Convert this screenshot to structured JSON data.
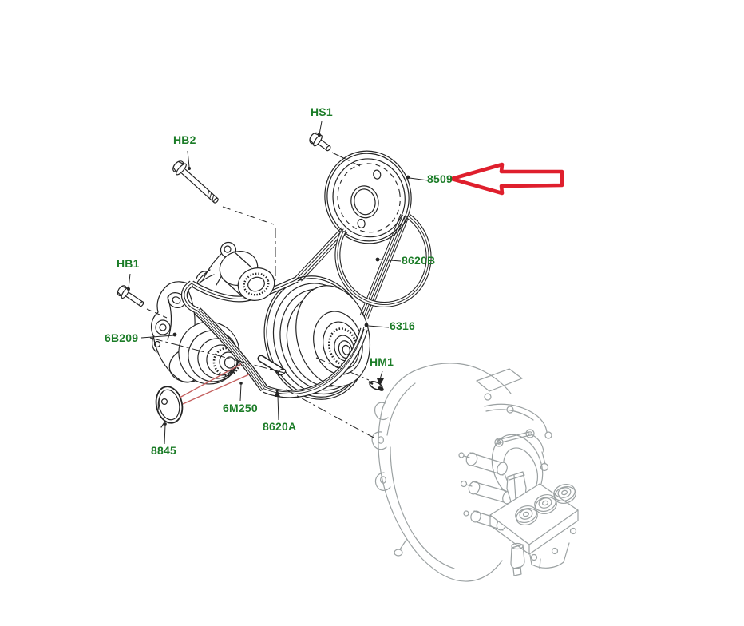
{
  "diagram": {
    "type": "exploded-parts-diagram",
    "background": "#ffffff",
    "part_labels": {
      "hs1": "HS1",
      "hb2": "HB2",
      "hb1": "HB1",
      "p6b209": "6B209",
      "p8845": "8845",
      "p6m250": "6M250",
      "p8620a": "8620A",
      "hm1": "HM1",
      "p6316": "6316",
      "p8620b": "8620B",
      "p8509": "8509"
    },
    "highlight": {
      "target_part": "8509",
      "marker": "red-outline-arrow",
      "arrow_color": "#df1f2d"
    },
    "colors": {
      "label_green": "#1b7c27",
      "line_dark": "#242424",
      "reference_gray": "#9ba1a2",
      "pointer_red": "#c4605f",
      "arrow_red": "#df1f2d"
    }
  }
}
